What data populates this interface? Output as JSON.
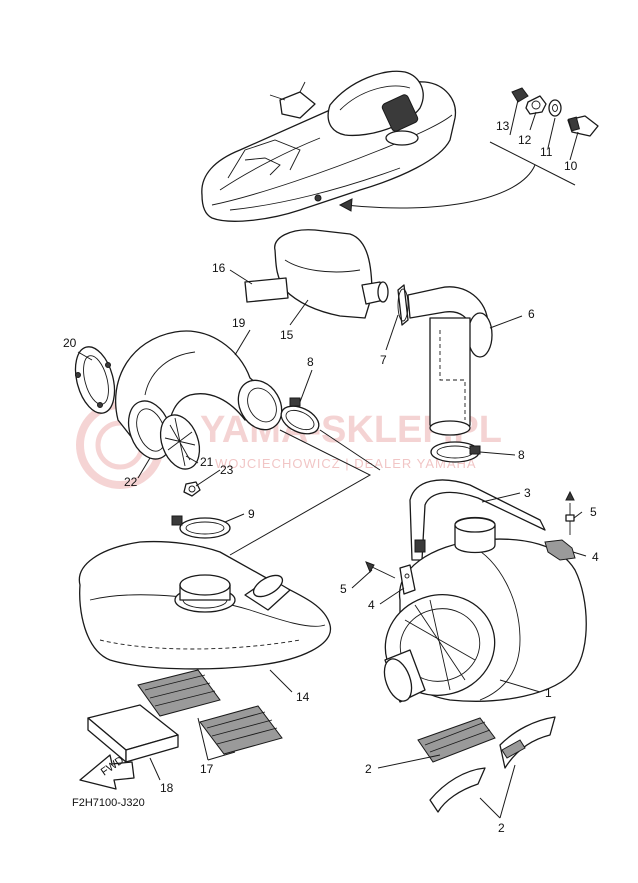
{
  "diagram_code": "F2H7100-J320",
  "fwd_label": "FWD",
  "watermark": {
    "text": "YAMA-SKLEP.PL",
    "subtext": "WOJCIECHOWICZ | DEALER YAMAHA"
  },
  "callouts": [
    {
      "id": "c1",
      "label": "1"
    },
    {
      "id": "c2a",
      "label": "2"
    },
    {
      "id": "c2b",
      "label": "2"
    },
    {
      "id": "c3",
      "label": "3"
    },
    {
      "id": "c4a",
      "label": "4"
    },
    {
      "id": "c4b",
      "label": "4"
    },
    {
      "id": "c5a",
      "label": "5"
    },
    {
      "id": "c5b",
      "label": "5"
    },
    {
      "id": "c6",
      "label": "6"
    },
    {
      "id": "c7",
      "label": "7"
    },
    {
      "id": "c8a",
      "label": "8"
    },
    {
      "id": "c8b",
      "label": "8"
    },
    {
      "id": "c9",
      "label": "9"
    },
    {
      "id": "c10",
      "label": "10"
    },
    {
      "id": "c11",
      "label": "11"
    },
    {
      "id": "c12",
      "label": "12"
    },
    {
      "id": "c13",
      "label": "13"
    },
    {
      "id": "c14",
      "label": "14"
    },
    {
      "id": "c15",
      "label": "15"
    },
    {
      "id": "c16",
      "label": "16"
    },
    {
      "id": "c17",
      "label": "17"
    },
    {
      "id": "c18",
      "label": "18"
    },
    {
      "id": "c19",
      "label": "19"
    },
    {
      "id": "c20",
      "label": "20"
    },
    {
      "id": "c21",
      "label": "21"
    },
    {
      "id": "c22",
      "label": "22"
    },
    {
      "id": "c23",
      "label": "23"
    }
  ]
}
